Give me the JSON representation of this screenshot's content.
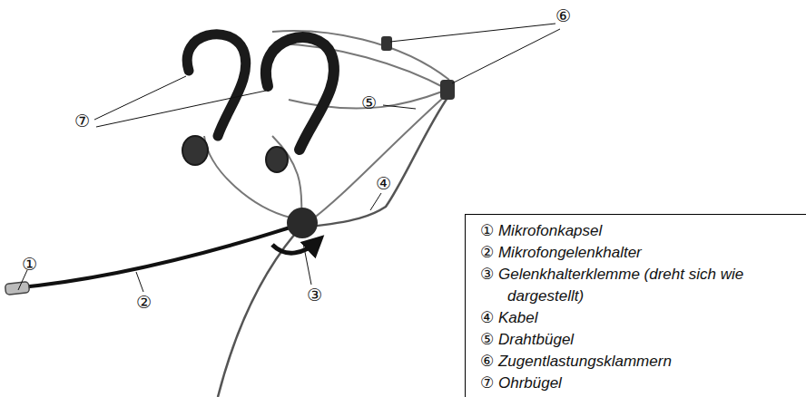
{
  "diagram": {
    "nodes": [
      {
        "text": [
          "① Mikrofonkapsel",
          "② Mikrofongelenkhalter",
          "③ Gelenkhalterklemme (dreht sich wie dargestellt)",
          "④ Kabel",
          "⑤ Drahtbügel",
          "⑥ Zugentlastungsklammern",
          "⑦ Ohrbügel"
        ]
      }
    ],
    "labels": [
      "⑥",
      "⑤",
      "⑦",
      "④",
      "①",
      "②",
      "③"
    ]
  }
}
